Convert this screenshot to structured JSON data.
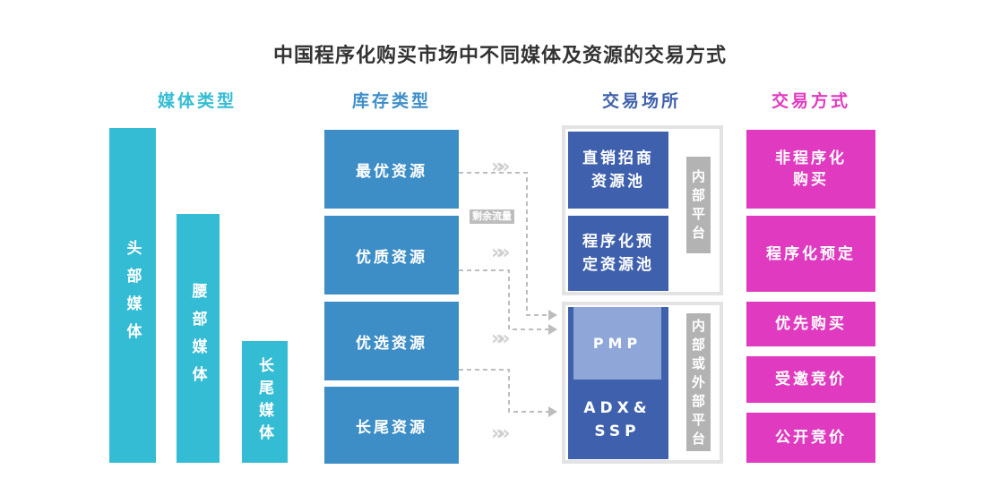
{
  "title": "中国程序化购买市场中不同媒体及资源的交易方式",
  "columns": {
    "media": "媒体类型",
    "inventory": "库存类型",
    "venue": "交易场所",
    "method": "交易方式"
  },
  "media_types": [
    "头部媒体",
    "腰部媒体",
    "长尾媒体"
  ],
  "inventory_types": [
    "最优资源",
    "优质资源",
    "优选资源",
    "长尾资源"
  ],
  "residual_traffic": "剩余流量",
  "venues": {
    "direct_pool": "直销招商\n资源池",
    "programmatic_pool": "程序化预\n定资源池",
    "internal_platform": "内\n部\n平\n台",
    "pmp": "PMP",
    "adx_ssp": "ADX&\nSSP",
    "internal_external_platform": "内\n部\n或\n外\n部\n平\n台"
  },
  "trade_methods": [
    "非程序化\n购买",
    "程序化预定",
    "优先购买",
    "受邀竞价",
    "公开竞价"
  ],
  "arrow_glyph": "»»",
  "colors": {
    "media": "#35bcd5",
    "inventory": "#3d8ec7",
    "venue": "#3f61ad",
    "pmp": "#8fa7d8",
    "method": "#e03bc0",
    "platform": "#b3b3b3"
  }
}
